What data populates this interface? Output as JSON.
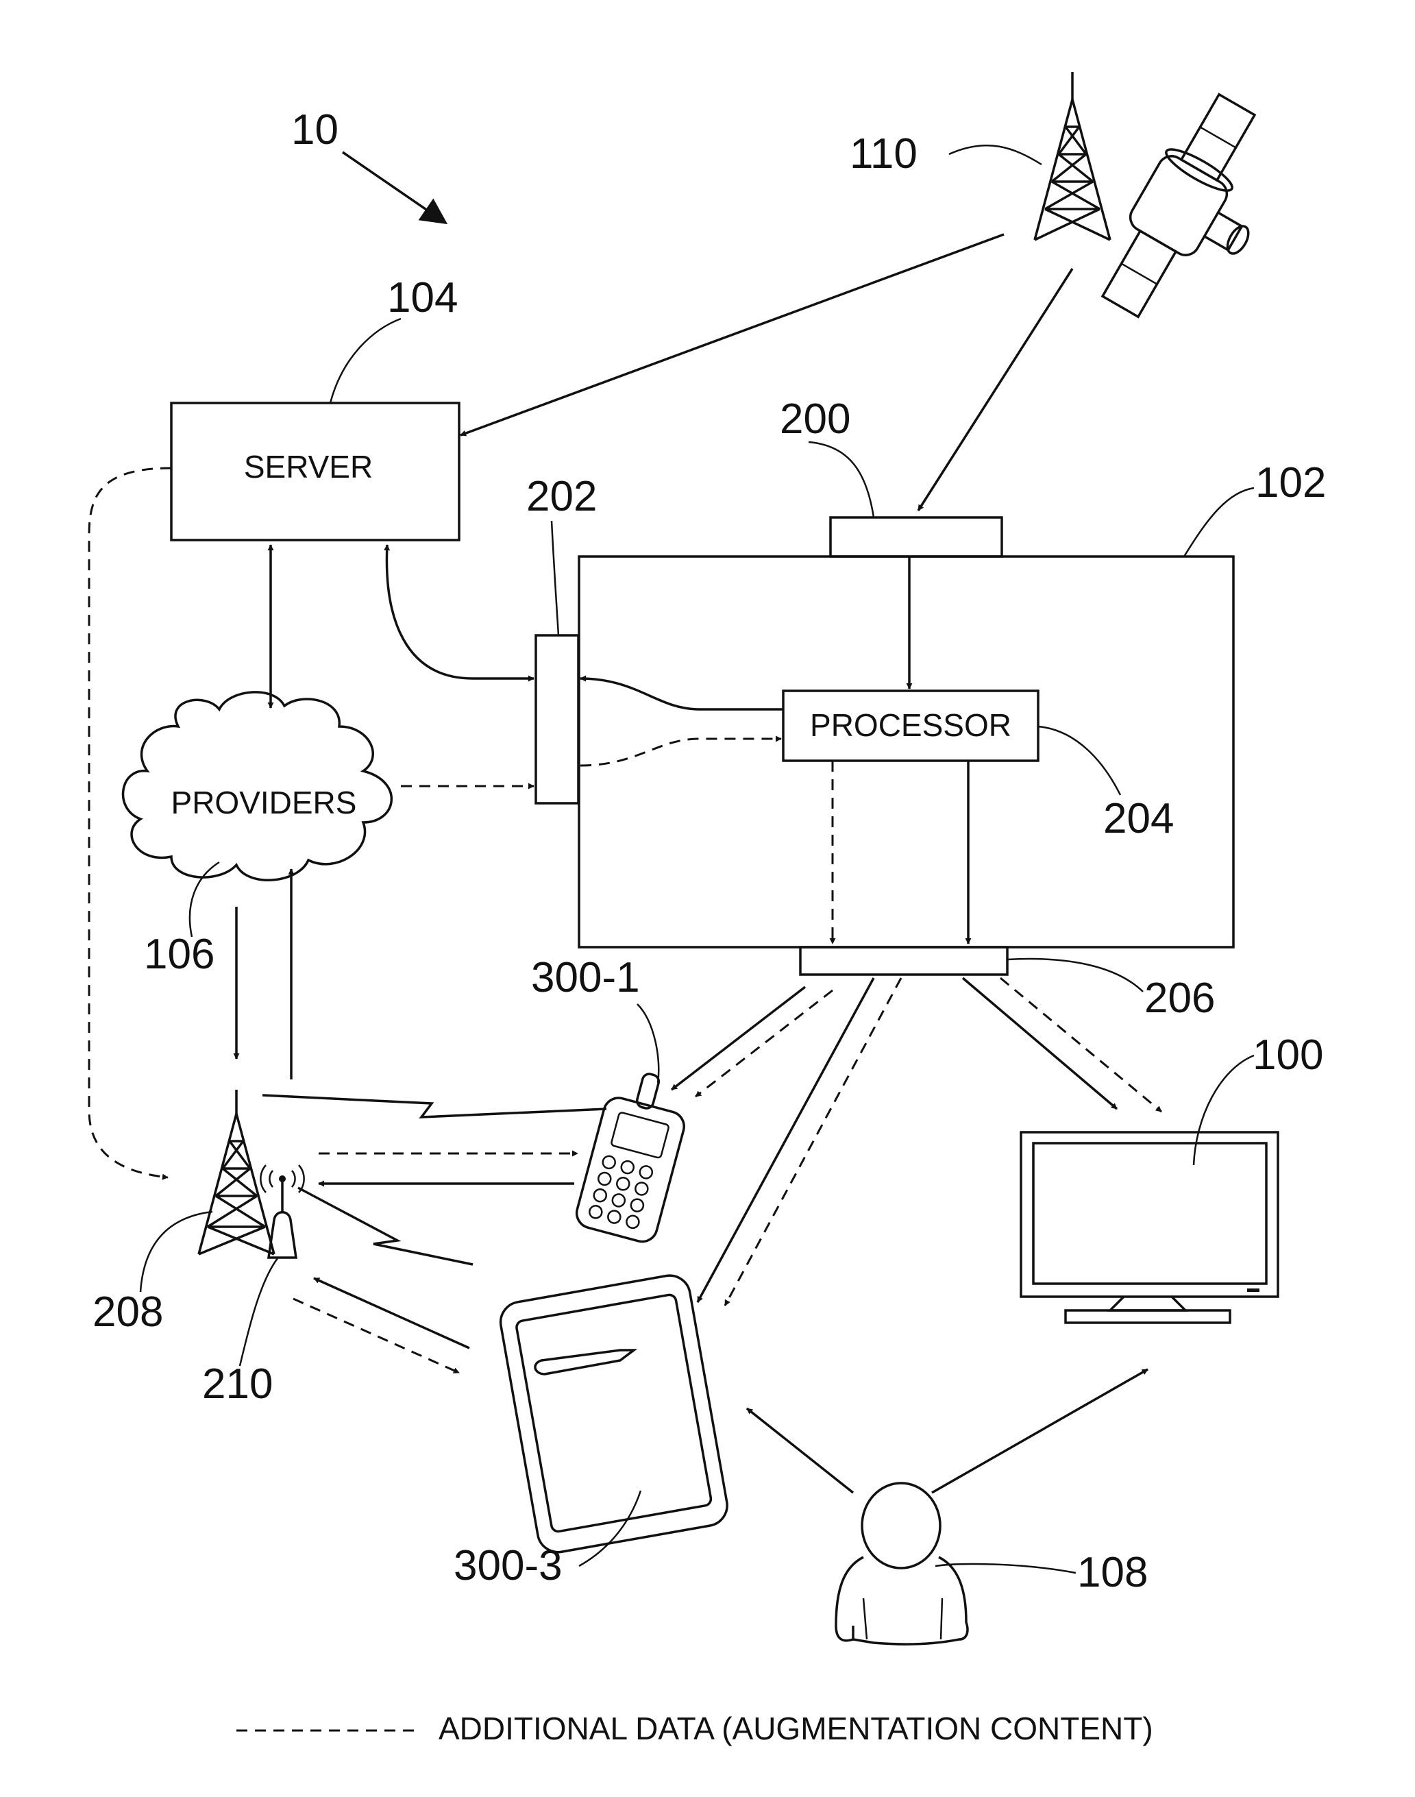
{
  "reference_numerals": {
    "system": "10",
    "broadcast_source": "110",
    "server": "104",
    "receiver_device": "102",
    "tuner": "200",
    "network_interface": "202",
    "processor": "204",
    "output_interface": "206",
    "providers": "106",
    "mobile_phone": "300-1",
    "television": "100",
    "cell_tower": "208",
    "wireless_router": "210",
    "tablet": "300-3",
    "user": "108"
  },
  "box_labels": {
    "server": "SERVER",
    "processor": "PROCESSOR",
    "providers": "PROVIDERS"
  },
  "legend": {
    "dashed_line_meaning": "ADDITIONAL DATA (AUGMENTATION CONTENT)"
  },
  "icons": [
    "satellite-icon",
    "broadcast-tower-icon",
    "cloud-icon",
    "cell-tower-icon",
    "wifi-router-icon",
    "mobile-phone-icon",
    "tablet-icon",
    "television-icon",
    "user-icon"
  ]
}
